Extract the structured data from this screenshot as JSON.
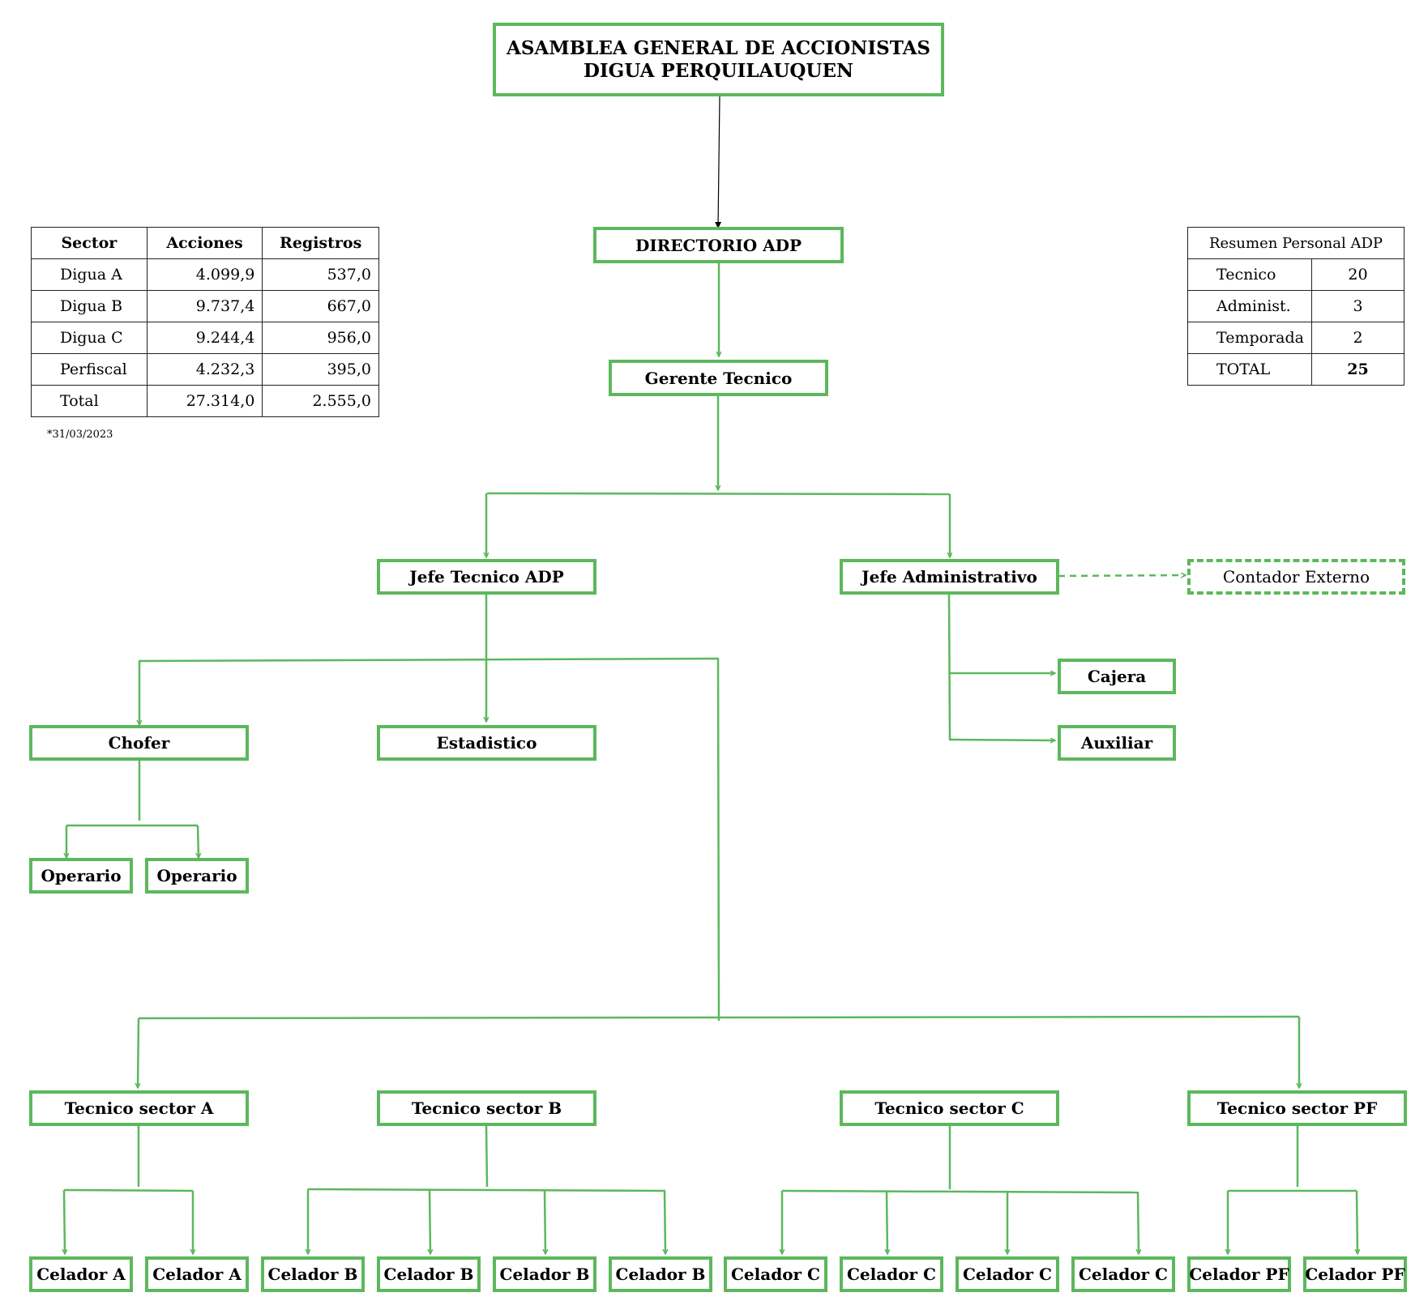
{
  "colors": {
    "box_border": "#5cb85c",
    "connector": "#5cb85c",
    "top_connector": "#000000"
  },
  "nodes": {
    "asamblea": {
      "line1": "ASAMBLEA GENERAL DE ACCIONISTAS",
      "line2": "DIGUA PERQUILAUQUEN"
    },
    "directorio": "DIRECTORIO ADP",
    "gerente": "Gerente Tecnico",
    "jefe_tecnico": "Jefe Tecnico ADP",
    "jefe_admin": "Jefe Administrativo",
    "contador": "Contador Externo",
    "chofer": "Chofer",
    "estadistico": "Estadistico",
    "cajera": "Cajera",
    "auxiliar": "Auxiliar",
    "operario1": "Operario",
    "operario2": "Operario",
    "tec_a": "Tecnico sector A",
    "tec_b": "Tecnico sector B",
    "tec_c": "Tecnico sector C",
    "tec_pf": "Tecnico sector PF",
    "celadores": [
      "Celador A",
      "Celador A",
      "Celador B",
      "Celador B",
      "Celador B",
      "Celador B",
      "Celador C",
      "Celador C",
      "Celador C",
      "Celador C",
      "Celador PF",
      "Celador PF"
    ]
  },
  "sector_table": {
    "headers": [
      "Sector",
      "Acciones",
      "Registros"
    ],
    "rows": [
      [
        "Digua A",
        "4.099,9",
        "537,0"
      ],
      [
        "Digua B",
        "9.737,4",
        "667,0"
      ],
      [
        "Digua C",
        "9.244,4",
        "956,0"
      ],
      [
        "Perfiscal",
        "4.232,3",
        "395,0"
      ],
      [
        "Total",
        "27.314,0",
        "2.555,0"
      ]
    ],
    "note": "*31/03/2023"
  },
  "personal_table": {
    "title": "Resumen Personal ADP",
    "rows": [
      [
        "Tecnico",
        "20"
      ],
      [
        "Administ.",
        "3"
      ],
      [
        "Temporada",
        "2"
      ],
      [
        "TOTAL",
        "25"
      ]
    ]
  }
}
